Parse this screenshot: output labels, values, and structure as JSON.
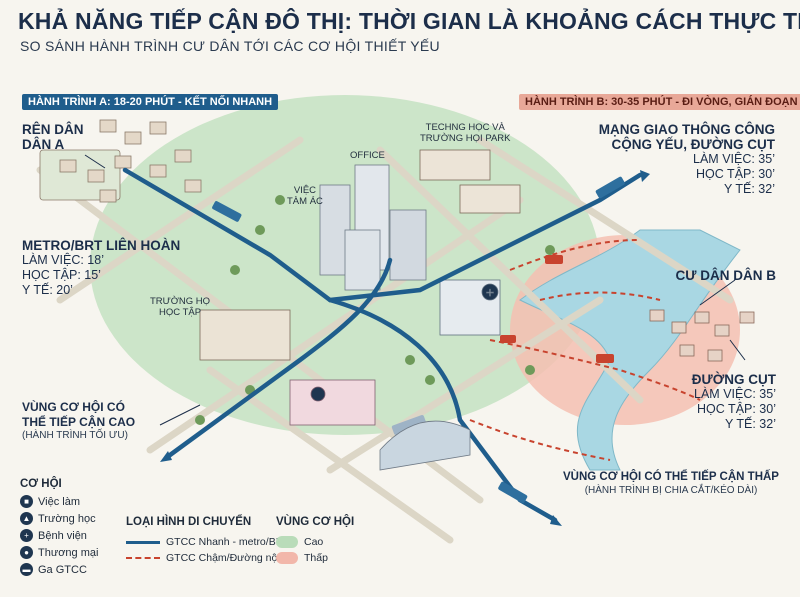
{
  "title": "KHẢ NĂNG TIẾP CẬN ĐÔ THỊ: THỜI GIAN LÀ KHOẢNG CÁCH THỰC TẾ",
  "subtitle": "SO SÁNH HÀNH TRÌNH CƯ DÂN TỚI CÁC CƠ HỘI THIẾT YẾU",
  "journey_a": {
    "badge": "HÀNH TRÌNH A: 18-20 PHÚT - KẾT NỐI NHANH"
  },
  "journey_b": {
    "badge": "HÀNH TRÌNH B: 30-35 PHÚT - ĐI VÒNG, GIÁN ĐOẠN"
  },
  "resident_a": {
    "line1": "RÊN DÂN",
    "line2": "DÂN A"
  },
  "metro": {
    "heading": "METRO/BRT LIÊN HOÀN",
    "work": "LÀM VIỆC: 18’",
    "study": "HỌC TẬP: 15’",
    "health": "Y TẾ: 20’"
  },
  "weak_network": {
    "line1": "MẠNG GIAO THÔNG CÔNG",
    "line2": "CỘNG YẾU, ĐƯỜNG CỤT",
    "work": "LÀM VIỆC: 35’",
    "study": "HỌC TẬP: 30’",
    "health": "Y TẾ: 32’"
  },
  "resident_b": {
    "label": "CƯ DÂN DÂN B"
  },
  "dead_end": {
    "heading": "ĐƯỜNG CỤT",
    "work": "LÀM VIỆC: 35’",
    "study": "HỌC TẬP: 30’",
    "health": "Y TẾ: 32’"
  },
  "high_zone": {
    "line1": "VÙNG CƠ HỘI CÓ",
    "line2": "THỂ TIẾP CẬN CAO",
    "note": "(HÀNH TRÌNH TỐI ƯU)"
  },
  "low_zone": {
    "line1": "VÙNG CƠ HỘI CÓ THỂ TIẾP CẬN THẤP",
    "note": "(HÀNH TRÌNH BỊ CHIA CẮT/KÉO DÀI)"
  },
  "map_labels": {
    "office": "OFFICE",
    "jobs_line1": "VIỆC",
    "jobs_line2": "TÀM ÁC",
    "tech_line1": "TECHNG HỌC VÀ",
    "tech_line2": "TRƯỜNG HỌI PARK",
    "school_line1": "TRƯỜNG HỌ",
    "school_line2": "HỌC TẬP"
  },
  "legend": {
    "heading": "CƠ HỘI",
    "items": [
      {
        "icon": "briefcase-icon",
        "label": "Việc làm"
      },
      {
        "icon": "graduation-cap-icon",
        "label": "Trường học"
      },
      {
        "icon": "medical-cross-icon",
        "label": "Bệnh viện"
      },
      {
        "icon": "shopping-cart-icon",
        "label": "Thương mại"
      },
      {
        "icon": "train-icon",
        "label": "Ga GTCC"
      }
    ]
  },
  "modes": {
    "heading": "LOẠI HÌNH DI CHUYỂN",
    "fast": "GTCC Nhanh - metro/BRT",
    "slow": "GTCC Chậm/Đường nội đô"
  },
  "zones": {
    "heading": "VÙNG CƠ HỘI",
    "high": "Cao",
    "low": "Thấp"
  },
  "colors": {
    "high_zone": "#b9dcb9",
    "low_zone": "#f2b7aa",
    "fast_transit": "#1f5d8c",
    "slow_transit": "#c8432e",
    "river": "#a9d7e3",
    "road": "#e9e6dc"
  }
}
